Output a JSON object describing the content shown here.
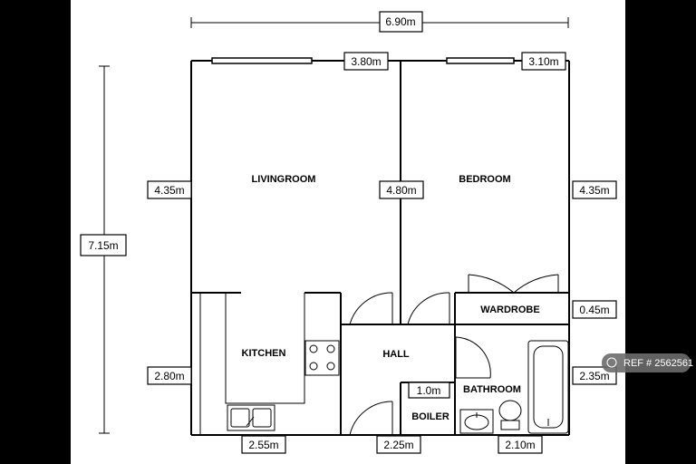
{
  "rooms": {
    "livingroom": "LIVINGROOM",
    "bedroom": "BEDROOM",
    "kitchen": "KITCHEN",
    "hall": "HALL",
    "wardrobe": "WARDROBE",
    "bathroom": "BATHROOM",
    "boiler": "BOILER"
  },
  "dimensions": {
    "overall_width": "6.90m",
    "overall_height": "7.15m",
    "living_width": "3.80m",
    "bedroom_width": "3.10m",
    "living_left": "4.35m",
    "middle_wall": "4.80m",
    "bedroom_right": "4.35m",
    "wardrobe_depth": "0.45m",
    "kitchen_left": "2.80m",
    "bathroom_right": "2.35m",
    "boiler_width": "1.0m",
    "bottom_kitchen": "2.55m",
    "bottom_hall": "2.25m",
    "bottom_bathroom": "2.10m"
  },
  "watermark": {
    "ref": "REF # 2562561"
  }
}
